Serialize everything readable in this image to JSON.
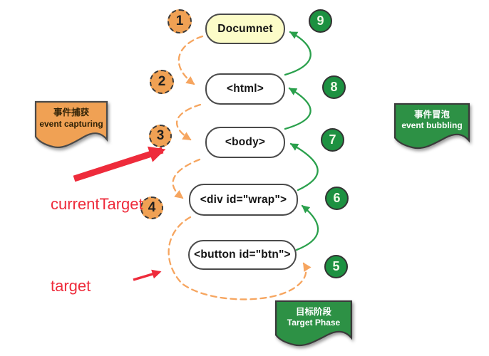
{
  "title": "DOM event flow diagram",
  "colors": {
    "capture_orange": "#f0a154",
    "capture_arrow_orange": "#f6a55f",
    "bubble_green": "#1d9141",
    "bubble_arrow_green": "#2aa04c",
    "ribbon_green": "#2d9145",
    "document_box_yellow": "#fcfcc8",
    "annotation_red": "#ee2b3b",
    "box_border_gray": "#4a4a4a"
  },
  "nodes": {
    "document": {
      "label": "Documnet"
    },
    "html": {
      "label": "<html>"
    },
    "body": {
      "label": "<body>"
    },
    "div": {
      "label": "<div id=\"wrap\">"
    },
    "button": {
      "label": "<button id=\"btn\">"
    }
  },
  "capture_badges": {
    "b1": "1",
    "b2": "2",
    "b3": "3",
    "b4": "4"
  },
  "bubble_badges": {
    "b5": "5",
    "b6": "6",
    "b7": "7",
    "b8": "8",
    "b9": "9"
  },
  "ribbons": {
    "capturing": {
      "zh": "事件捕获",
      "en": "event capturing"
    },
    "bubbling": {
      "zh": "事件冒泡",
      "en": "event bubbling"
    },
    "target_phase": {
      "zh": "目标阶段",
      "en": "Target Phase"
    }
  },
  "annotations": {
    "current_target": "currentTarget",
    "target": "target"
  }
}
